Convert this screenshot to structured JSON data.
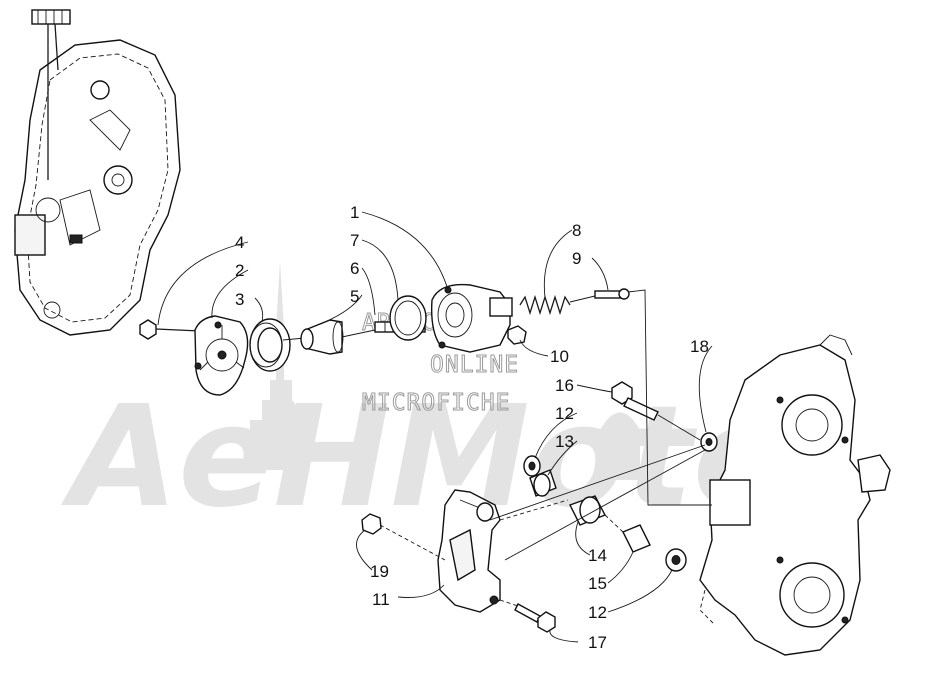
{
  "watermark": {
    "brand": "AeHMoto",
    "line1": "ARTIC'S",
    "line2": "ONLINE",
    "line3": "MICROFICHE"
  },
  "callouts": [
    {
      "id": "c1",
      "label": "1"
    },
    {
      "id": "c2",
      "label": "2"
    },
    {
      "id": "c3",
      "label": "3"
    },
    {
      "id": "c4",
      "label": "4"
    },
    {
      "id": "c5",
      "label": "5"
    },
    {
      "id": "c6",
      "label": "6"
    },
    {
      "id": "c7",
      "label": "7"
    },
    {
      "id": "c8",
      "label": "8"
    },
    {
      "id": "c9",
      "label": "9"
    },
    {
      "id": "c10",
      "label": "10"
    },
    {
      "id": "c11",
      "label": "11"
    },
    {
      "id": "c12a",
      "label": "12"
    },
    {
      "id": "c12b",
      "label": "12"
    },
    {
      "id": "c13",
      "label": "13"
    },
    {
      "id": "c14",
      "label": "14"
    },
    {
      "id": "c15",
      "label": "15"
    },
    {
      "id": "c16",
      "label": "16"
    },
    {
      "id": "c17",
      "label": "17"
    },
    {
      "id": "c18",
      "label": "18"
    },
    {
      "id": "c19",
      "label": "19"
    }
  ]
}
